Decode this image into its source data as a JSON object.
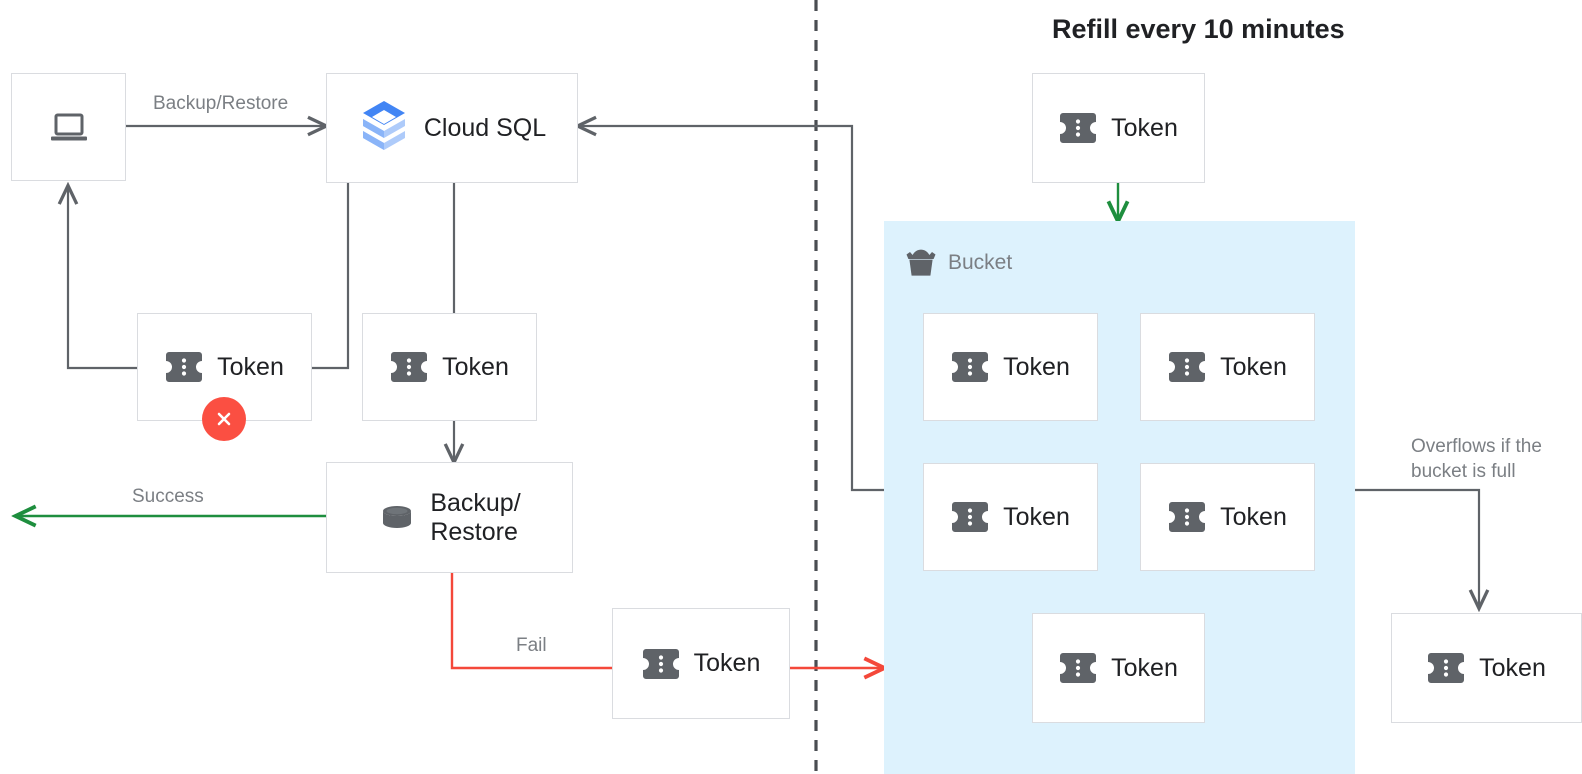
{
  "diagram": {
    "title": "Refill every 10 minutes",
    "bucket": {
      "label": "Bucket",
      "icon": "bucket-icon",
      "fill": "#ddf2fd"
    },
    "colors": {
      "line_default": "#5f6368",
      "line_success": "#1e8e3e",
      "line_fail": "#f4483a",
      "box_border": "#dadce0",
      "icon_gray": "#5f6368",
      "error_badge": "#fb4f42",
      "text_primary": "#202124",
      "text_muted": "#7b7f84",
      "cloudsql_blue": "#4285f4",
      "cloudsql_blue_light": "#aecbfa"
    },
    "nodes": [
      {
        "id": "client",
        "label": "",
        "icon": "laptop-icon"
      },
      {
        "id": "cloudsql",
        "label": "Cloud SQL",
        "icon": "cloud-sql-icon"
      },
      {
        "id": "token-left",
        "label": "Token",
        "icon": "token-icon",
        "badge": "error-x-icon"
      },
      {
        "id": "token-mid",
        "label": "Token",
        "icon": "token-icon"
      },
      {
        "id": "backup",
        "label": "Backup/\nRestore",
        "icon": "database-icon"
      },
      {
        "id": "token-fail",
        "label": "Token",
        "icon": "token-icon"
      },
      {
        "id": "token-refill",
        "label": "Token",
        "icon": "token-icon"
      },
      {
        "id": "token-b1",
        "label": "Token",
        "icon": "token-icon"
      },
      {
        "id": "token-b2",
        "label": "Token",
        "icon": "token-icon"
      },
      {
        "id": "token-b3",
        "label": "Token",
        "icon": "token-icon"
      },
      {
        "id": "token-b4",
        "label": "Token",
        "icon": "token-icon"
      },
      {
        "id": "token-b5",
        "label": "Token",
        "icon": "token-icon"
      },
      {
        "id": "token-overflow",
        "label": "Token",
        "icon": "token-icon"
      }
    ],
    "edges": [
      {
        "id": "backup-restore",
        "label": "Backup/Restore",
        "color": "default"
      },
      {
        "id": "success",
        "label": "Success",
        "color": "success"
      },
      {
        "id": "fail",
        "label": "Fail",
        "color": "fail"
      },
      {
        "id": "overflow",
        "label": "Overflows if the\nbucket is full",
        "color": "default"
      }
    ]
  }
}
